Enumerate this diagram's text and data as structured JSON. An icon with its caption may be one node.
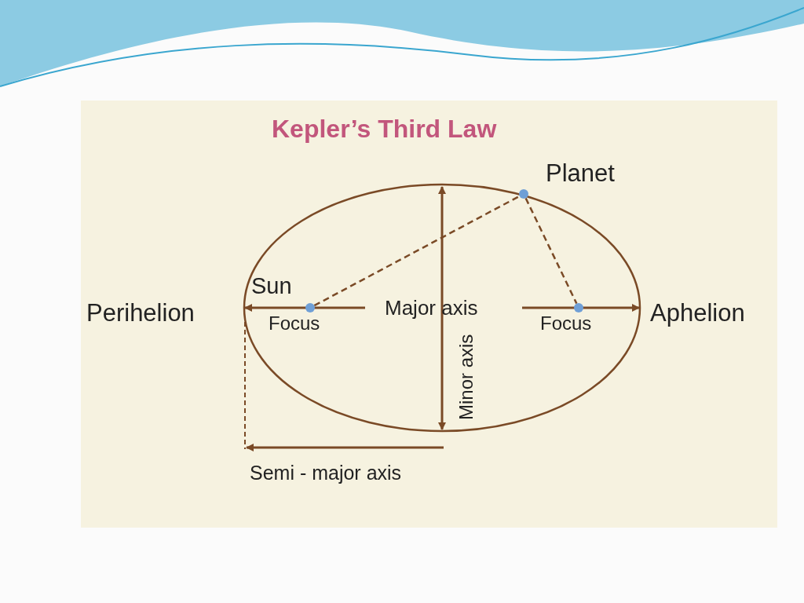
{
  "diagram": {
    "title": "Kepler’s Third Law",
    "nodes": [
      {
        "text": [],
        "shape": "circle",
        "beside": [
          "Planet"
        ]
      },
      {
        "text": [],
        "shape": "circle",
        "beside": [
          "Sun",
          "Focus"
        ]
      },
      {
        "text": [],
        "shape": "circle",
        "beside": [
          "Focus"
        ]
      }
    ],
    "edges": [
      {
        "from": 1,
        "to": 0,
        "arrow": "none",
        "style": "dashed"
      },
      {
        "from": 0,
        "to": 2,
        "arrow": "none",
        "style": "dashed"
      }
    ],
    "labels": [
      "Perihelion",
      "Major axis",
      "Aphelion",
      "Minor axis",
      "Semi - major axis"
    ]
  }
}
